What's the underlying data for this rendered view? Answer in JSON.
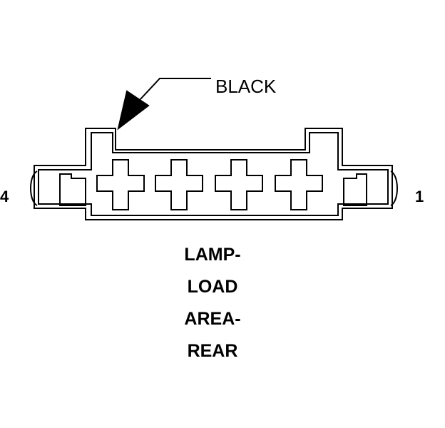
{
  "diagram": {
    "callout_label": "BLACK",
    "pin_left_label": "4",
    "pin_right_label": "1",
    "caption_lines": [
      "LAMP-",
      "LOAD",
      "AREA-",
      "REAR"
    ]
  },
  "colors": {
    "line": "#000000",
    "background": "#ffffff"
  }
}
